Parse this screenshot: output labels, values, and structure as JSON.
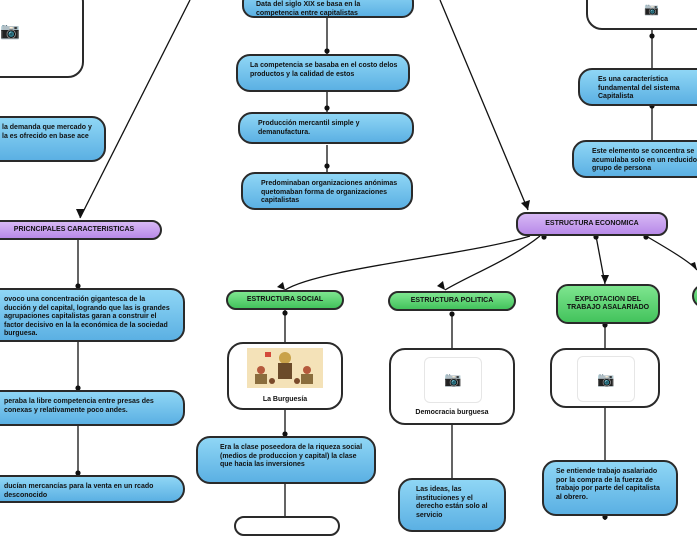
{
  "nodes": {
    "competencia_top": "Data del siglo XIX se basa en la competencia entre capitalistas",
    "competencia_costo": "La competencia se basaba en el costo delos productos y la calidad de estos",
    "produccion": "Producción mercantil simple y demanufactura.",
    "organizaciones": "Predominaban organizaciones anónimas quetomaban forma de organizaciones capitalistas",
    "demanda": "la demanda que mercado y la es ofrecido en base ace",
    "principales": "PRICNCIPALES CARACTERISTICAS",
    "concentracion": "ovoco una concentración gigantesca de la ducción y del capital, logrando que las is grandes agrupaciones capitalistas garan a construir el factor decisivo en la la económica de la sociedad burguesa.",
    "libre_competencia": "peraba la libre competencia entre presas des conexas y relativamente poco andes.",
    "mercancias": "ducían mercancías para la venta en un rcado desconocido",
    "caracteristica_fund": "Es una característica fundamental del sistema Capitalista",
    "elemento": "Este elemento se concentra se acumulaba solo en un reducido grupo de persona",
    "estructura_economica": "ESTRUCTURA ECONOMICA",
    "estructura_social": "ESTRUCTURA SOCIAL",
    "estructura_politica": "ESTRUCTURA POLITICA",
    "explotacion": "EXPLOTACION DEL TRABAJO ASALARIADO",
    "burguesia_caption": "La Burguesía",
    "democracia_caption": "Democracia burguesa",
    "clase_poseedora": "Era la clase poseedora de la riqueza social (medios de produccion y capital) la clase que hacia las inversiones",
    "ideas": "Las ideas, las instituciones y el derecho están solo al servicio",
    "trabajo_asalariado": "Se entiende trabajo asalariado por la compra de la fuerza de trabajo por parte del capitalista al obrero."
  },
  "colors": {
    "blue": "#6cc0ea",
    "purple": "#c49cf0",
    "green": "#55cc6a",
    "stroke": "#111111"
  },
  "icons": [
    "camera-icon",
    "bourgeoisie-illustration"
  ]
}
